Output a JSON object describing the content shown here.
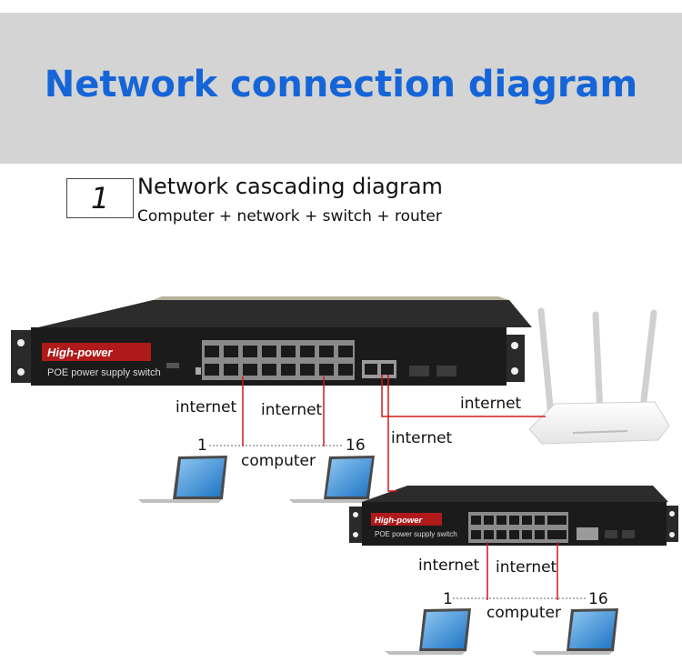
{
  "header": {
    "title": "Network connection diagram"
  },
  "section": {
    "number": "1",
    "heading": "Network cascading diagram",
    "subheading": "Computer + network + switch + router"
  },
  "switch_main": {
    "brand": "High-power",
    "model": "POE power supply switch"
  },
  "switch_second": {
    "brand": "High-power",
    "model": "POE power supply switch"
  },
  "labels": {
    "main_internet_left": "internet",
    "main_internet_mid": "internet",
    "router_internet": "internet",
    "cascade_internet": "internet",
    "main_port_start": "1",
    "main_port_end": "16",
    "main_computer": "computer",
    "second_internet_left": "internet",
    "second_internet_right": "internet",
    "second_port_start": "1",
    "second_port_end": "16",
    "second_computer": "computer"
  },
  "colors": {
    "title_blue": "#1565d8",
    "banner_gray": "#d4d4d4",
    "link_red": "#d01818",
    "brand_red": "#b01a1a"
  }
}
